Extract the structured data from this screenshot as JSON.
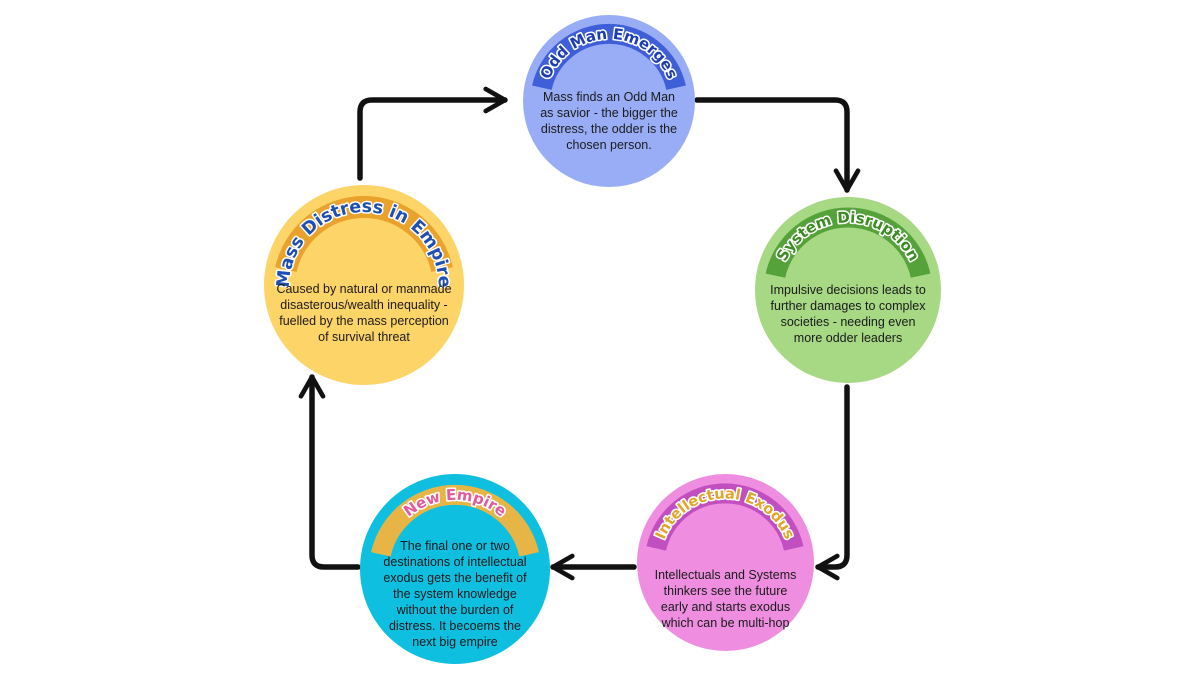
{
  "nodes": {
    "odd_man": {
      "title": "Odd Man Emerges",
      "description": "Mass finds an Odd Man as savior - the bigger the distress, the odder is the chosen person.",
      "fill": "#99adf7",
      "band": "#3f5fd8",
      "title_color": "#1d3db5"
    },
    "system_disruption": {
      "title": "System Disruption",
      "description": "Impulsive decisions leads to further damages to complex societies - needing even more odder leaders",
      "fill": "#a7d884",
      "band": "#55a23a",
      "title_color": "#3b8c22"
    },
    "intellectual_exodus": {
      "title": "Intellectual Exodus",
      "description": "Intellectuals and  Systems thinkers see the future early and starts exodus which can be multi-hop",
      "fill": "#ef8ee0",
      "band": "#c24fbf",
      "title_color": "#e0a62a"
    },
    "new_empire": {
      "title": "New Empire",
      "description": "The final one or two destinations of intellectual exodus gets the benefit of the system knowledge without the burden of distress. It becoems the next big empire",
      "fill": "#0fbfe0",
      "band": "#e7b545",
      "title_color": "#e25b9a"
    },
    "mass_distress": {
      "title": "Mass Distress in Empire",
      "description": "Caused by natural  or manmade disasterous/wealth inequality - fuelled by the mass perception of survival threat",
      "fill": "#fdd468",
      "band": "#e9a22b",
      "title_color": "#1f4fb0"
    }
  },
  "colors": {
    "arrow": "#111111",
    "background": "#ffffff"
  }
}
